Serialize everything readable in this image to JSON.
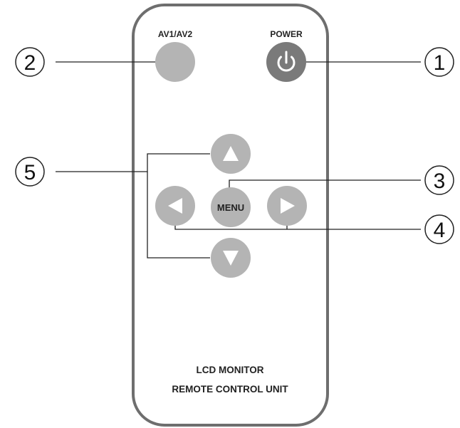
{
  "remote": {
    "buttons": {
      "av": {
        "label": "AV1/AV2"
      },
      "power": {
        "label": "POWER"
      },
      "menu": {
        "label": "MENU"
      }
    },
    "footer": {
      "line1": "LCD MONITOR",
      "line2": "REMOTE CONTROL UNIT"
    }
  },
  "callouts": {
    "c1": "1",
    "c2": "2",
    "c3": "3",
    "c4": "4",
    "c5": "5"
  },
  "colors": {
    "button_light": "#b4b4b4",
    "button_dark": "#7a7a7a",
    "outline": "#6e6e6e",
    "line": "#222222"
  },
  "icons": {
    "power": "power-icon",
    "up": "arrow-up-icon",
    "down": "arrow-down-icon",
    "left": "arrow-left-icon",
    "right": "arrow-right-icon"
  }
}
